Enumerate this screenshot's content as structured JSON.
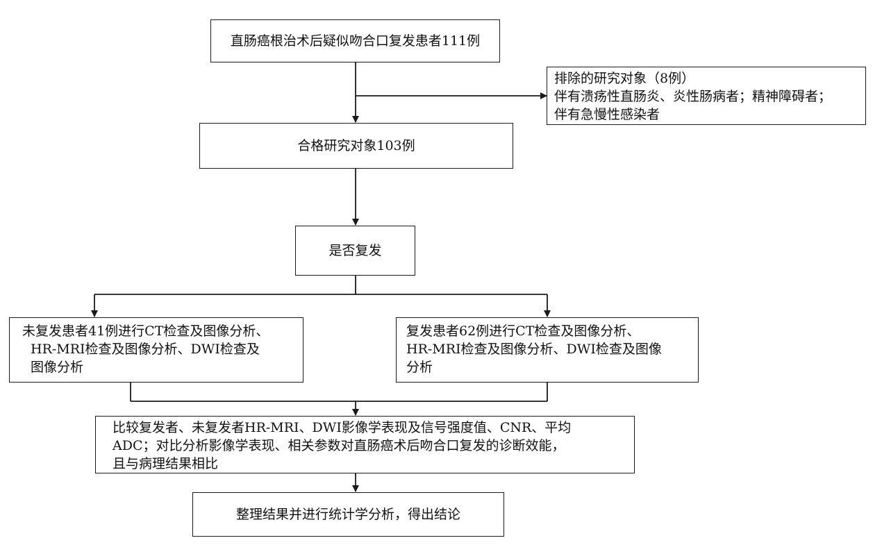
{
  "nodes": {
    "start": "直肠癌根治术后疑似吻合口复发患者111例",
    "excluded": [
      "排除的研究对象（8例）",
      "伴有溃疡性直肠炎、炎性肠病者；精神障碍者；",
      "伴有急慢性感染者"
    ],
    "eligible": "合格研究对象103例",
    "decision": "是否复发",
    "no_recur": [
      "未复发患者41例进行CT检查及图像分析、",
      "HR-MRI检查及图像分析、DWI检查及",
      "图像分析"
    ],
    "recur": [
      "复发患者62例进行CT检查及图像分析、",
      "HR-MRI检查及图像分析、DWI检查及图像",
      "分析"
    ],
    "compare": [
      "比较复发者、未复发者HR-MRI、DWI影像学表现及信号强度值、CNR、平均",
      "ADC；对比分析影像学表现、相关参数对直肠癌术后吻合口复发的诊断效能，",
      "且与病理结果相比"
    ],
    "conclusion": "整理结果并进行统计学分析，得出结论"
  }
}
